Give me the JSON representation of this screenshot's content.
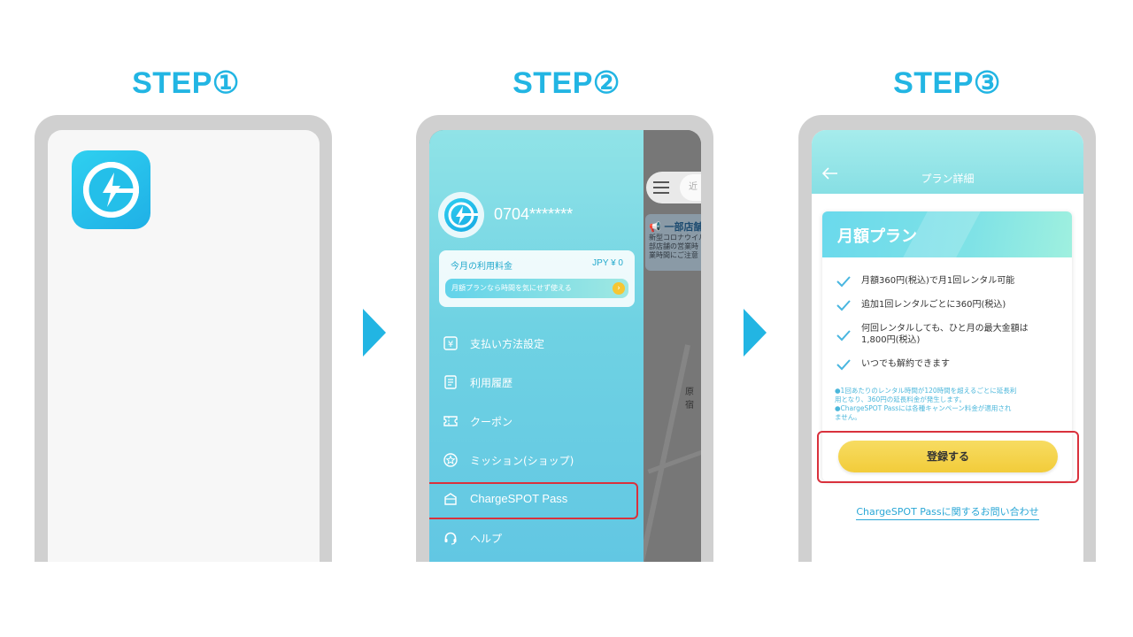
{
  "steps": [
    {
      "title": "STEP①"
    },
    {
      "title": "STEP②"
    },
    {
      "title": "STEP③"
    }
  ],
  "colors": {
    "accent": "#22b5e3",
    "highlight": "#d9313c",
    "button": "#f2cc3a"
  },
  "step2": {
    "phone_number": "0704*******",
    "fee": {
      "label": "今月の利用料金",
      "value": "JPY ¥ 0",
      "banner": "月額プランなら時間を気にせず使える"
    },
    "menu": [
      {
        "label": "支払い方法設定",
        "icon": "payment-icon"
      },
      {
        "label": "利用履歴",
        "icon": "history-icon"
      },
      {
        "label": "クーポン",
        "icon": "coupon-icon"
      },
      {
        "label": "ミッション(ショップ)",
        "icon": "star-icon"
      },
      {
        "label": "ChargeSPOT Pass",
        "icon": "pass-icon"
      },
      {
        "label": "ヘルプ",
        "icon": "headset-icon"
      }
    ],
    "map": {
      "notice_title": "一部店舗",
      "notice_lines": [
        "新型コロナウイル",
        "部店舗の営業時",
        "業時間にご注意"
      ],
      "search_placeholder": "近",
      "place_label": "原宿"
    }
  },
  "step3": {
    "header_title": "プラン詳細",
    "plan_name": "月額プラン",
    "features": [
      "月額360円(税込)で月1回レンタル可能",
      "追加1回レンタルごとに360円(税込)",
      "何回レンタルしても、ひと月の最大金額は",
      "1,800円(税込)",
      "いつでも解約できます"
    ],
    "notes": [
      "●1回あたりのレンタル時間が120時間を超えるごとに延長利",
      "用となり、360円の延長料金が発生します。",
      "●ChargeSPOT Passには各種キャンペーン料金が適用され",
      "ません。"
    ],
    "register_button": "登録する",
    "contact_link": "ChargeSPOT Passに関するお問い合わせ"
  }
}
